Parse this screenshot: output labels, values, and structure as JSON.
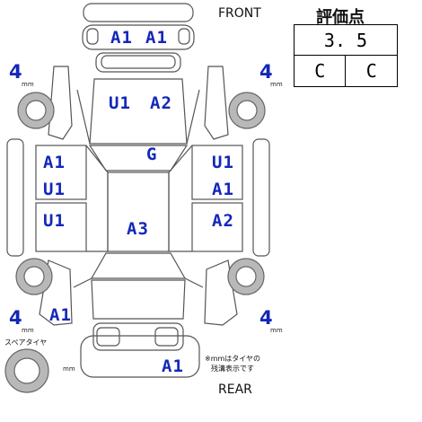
{
  "header": {
    "front_label": "FRONT",
    "rear_label": "REAR",
    "score_title": "評価点"
  },
  "score": {
    "overall": "3. 5",
    "interior": "C",
    "exterior": "C"
  },
  "tire_depth": {
    "front_left": "4",
    "front_right": "4",
    "rear_left": "4",
    "rear_right": "4",
    "unit": "mm"
  },
  "spare_tire": {
    "label": "スペアタイヤ",
    "unit": "mm"
  },
  "note": {
    "line1": "※mmはタイヤの",
    "line2": "残溝表示です"
  },
  "damage_codes": {
    "front_bumper_left": "A1",
    "front_bumper_right": "A1",
    "hood_left": "U1",
    "hood_right": "A2",
    "windshield": "G",
    "roof": "A3",
    "left_front_door": "A1",
    "left_front_door_lower": "U1",
    "left_rear_door": "U1",
    "right_front_door": "U1",
    "right_front_door_lower": "A1",
    "right_rear_door": "A2",
    "left_rear_quarter": "A1",
    "rear_bumper": "A1"
  }
}
